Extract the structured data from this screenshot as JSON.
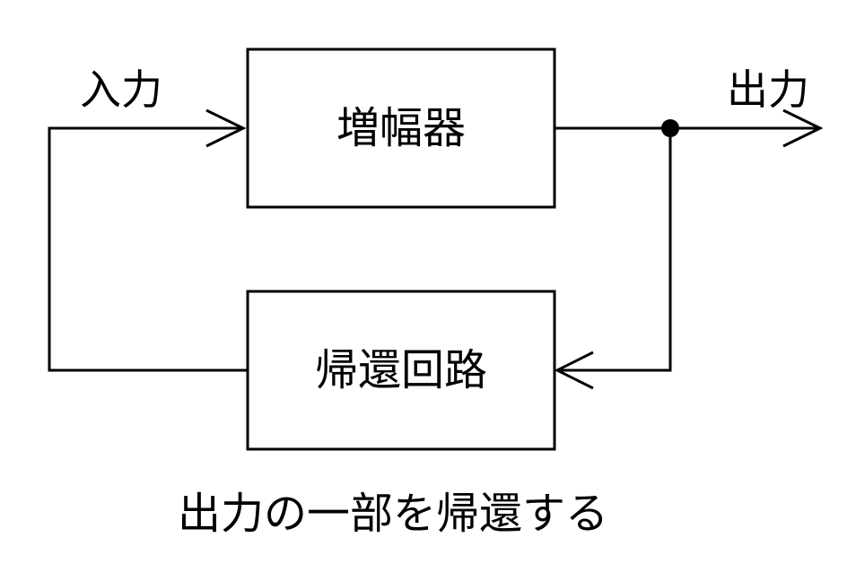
{
  "diagram": {
    "blocks": {
      "amplifier": "増幅器",
      "feedback_circuit": "帰還回路"
    },
    "labels": {
      "input": "入力",
      "output": "出力"
    },
    "caption": "出力の一部を帰還する",
    "colors": {
      "stroke": "#000000",
      "text": "#000000",
      "background": "#ffffff"
    }
  }
}
